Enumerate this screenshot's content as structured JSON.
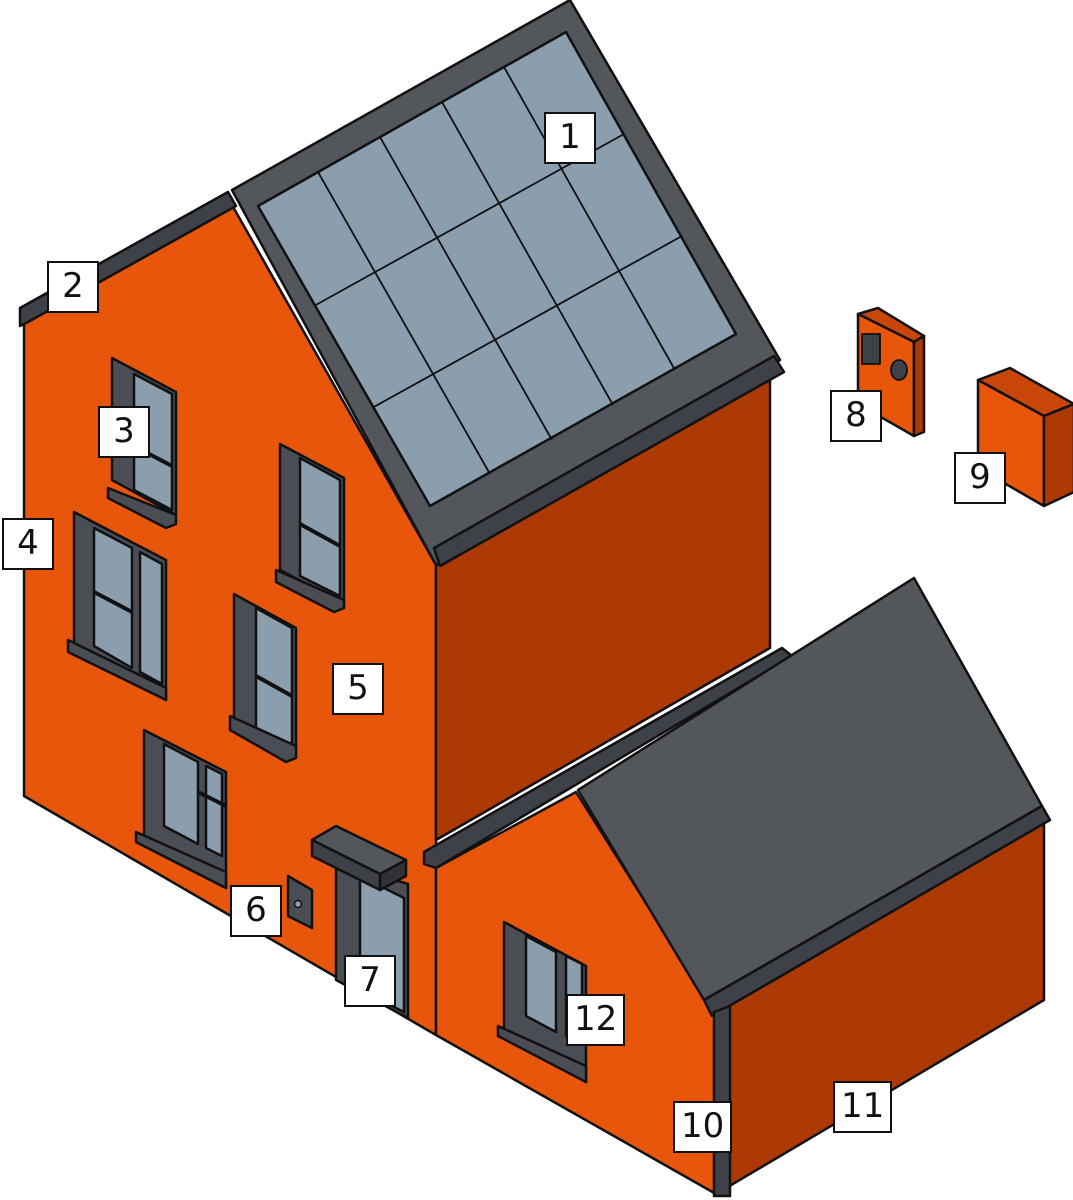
{
  "labels": {
    "solar_panels": "1",
    "roof_eaves": "2",
    "upper_window": "3",
    "side_wall": "4",
    "front_wall": "5",
    "electric_meter": "6",
    "front_door": "7",
    "meter_box": "8",
    "external_unit": "9",
    "downpipe": "10",
    "extension_side_wall": "11",
    "extension_window": "12"
  },
  "colors": {
    "wall_front": "#e8560c",
    "wall_side": "#ad3a04",
    "roof": "#53575c",
    "roof_dark": "#3e4147",
    "glass": "#8a9eae",
    "frame": "#4a4d54",
    "outline": "#111111"
  }
}
